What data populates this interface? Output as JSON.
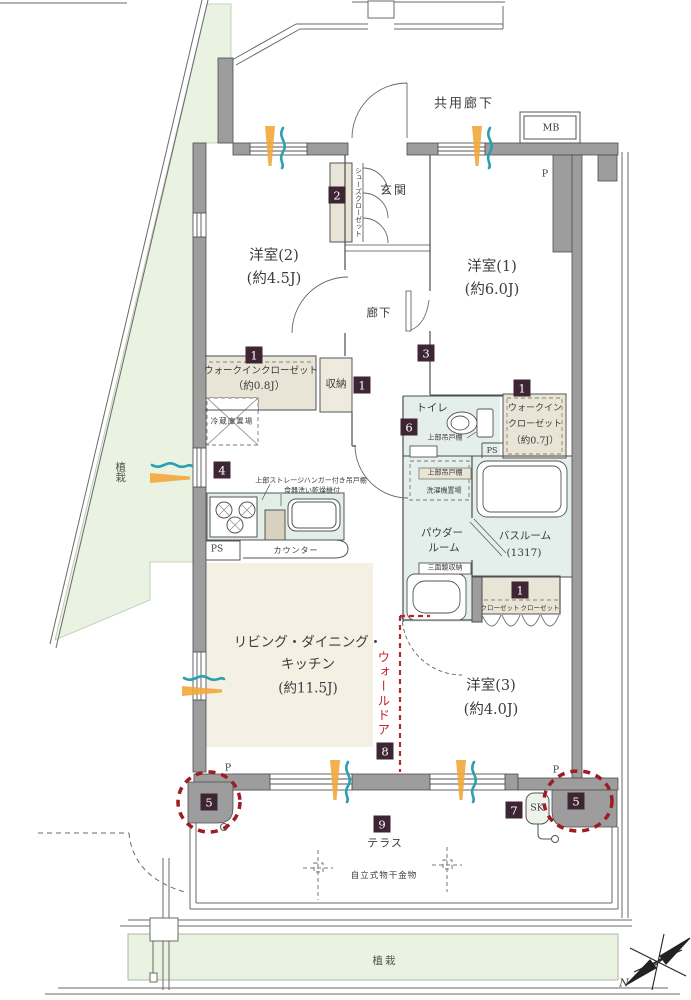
{
  "site": {
    "common_corridor": "共用廊下",
    "meter_box": "MB",
    "pillar_top": "P",
    "pillar_left": "P",
    "pillar_right": "P",
    "planting_left": "植栽",
    "planting_bottom": "植栽",
    "compass_north": "N"
  },
  "rooms": {
    "western1_name": "洋室(1)",
    "western1_size": "(約6.0J)",
    "western2_name": "洋室(2)",
    "western2_size": "(約4.5J)",
    "western3_name": "洋室(3)",
    "western3_size": "(約4.0J)",
    "ldk_line1": "リビング・ダイニング・",
    "ldk_line2": "キッチン",
    "ldk_size": "(約11.5J)",
    "entrance": "玄関",
    "hallway": "廊下",
    "toilet": "トイレ",
    "powder_line1": "パウダー",
    "powder_line2": "ルーム",
    "bathroom": "バスルーム",
    "bathroom_size": "(1317)",
    "terrace": "テラス"
  },
  "storage": {
    "wic_l_line1": "ウォークインクローゼット",
    "wic_l_line2": "（約0.8J）",
    "wic_r_line1": "ウォークイン",
    "wic_r_line2": "クローゼット",
    "wic_r_line3": "（約0.7J）",
    "shoes_closet": "シューズクローゼット",
    "storage": "収納",
    "closet_left": "クローゼット",
    "closet_right": "クローゼット"
  },
  "fixtures": {
    "fridge": "冷蔵庫置場",
    "kitchen_note_line1": "上部ストレージハンガー付き吊戸棚",
    "kitchen_note_line2": "食器洗い乾燥機付",
    "counter": "カウンター",
    "ps_kitchen": "PS",
    "ps_sanitary": "PS",
    "upper_cabinet_toilet": "上部吊戸棚",
    "upper_cabinet_laundry": "上部吊戸棚",
    "washer": "洗濯機置場",
    "mirror_cabinet": "三面鏡収納",
    "wall_door": "ウォールドア",
    "slop_sink": "SK",
    "laundry_pole": "自立式物干金物"
  },
  "badges": {
    "n1": "1",
    "n2": "2",
    "n3": "3",
    "n4": "4",
    "n5": "5",
    "n6": "6",
    "n7": "7",
    "n8": "8",
    "n9": "9"
  },
  "colors": {
    "badge_bg": "#3e2533",
    "badge_text": "#ffffff",
    "wall": "#9d9d9d",
    "site_green": "#eaf2e2",
    "room_aqua": "#e4eeea",
    "ldk_cream": "#f4f0e4",
    "storage_beige": "#e8e4d6",
    "accent_red": "#9f1d22",
    "wall_door_red": "#c1272d",
    "vent_orange": "#f2a93b",
    "vent_teal": "#2ba0af"
  }
}
